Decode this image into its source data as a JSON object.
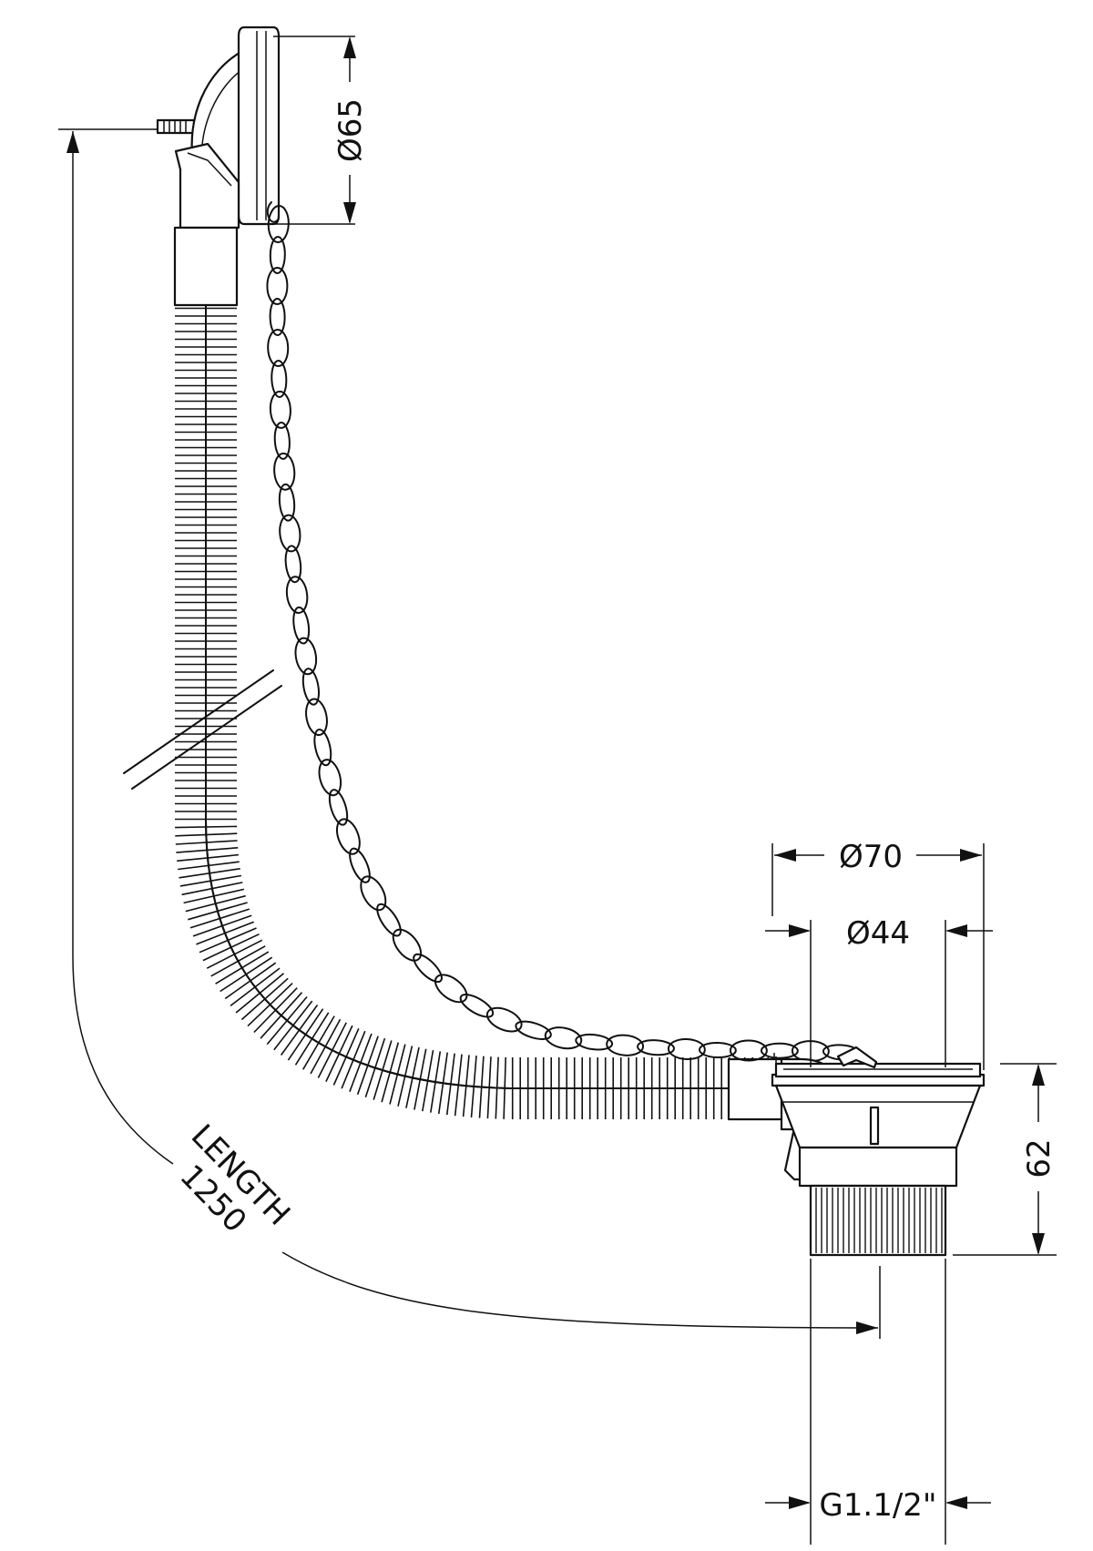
{
  "dimensions": {
    "plug_diameter": "Ø65",
    "outer_diameter": "Ø70",
    "inner_diameter": "Ø44",
    "waste_height": "62",
    "length_label": "LENGTH",
    "length_value": "1250",
    "thread": "G1.1/2\""
  },
  "colors": {
    "line": "#111111",
    "background": "#ffffff"
  }
}
